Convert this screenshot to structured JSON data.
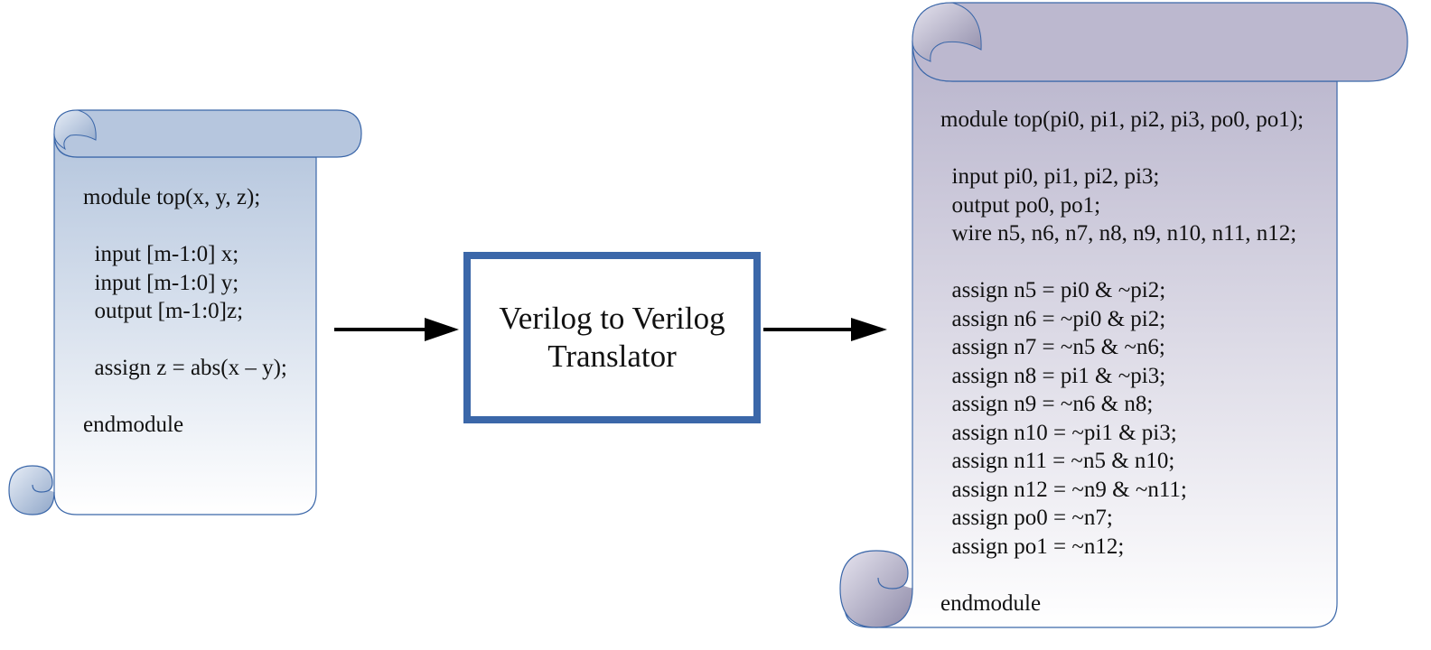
{
  "input_scroll": {
    "lines": [
      "module top(x, y, z);",
      "",
      "  input [m-1:0] x;",
      "  input [m-1:0] y;",
      "  output [m-1:0]z;",
      "",
      "  assign z = abs(x – y);",
      "",
      "endmodule"
    ]
  },
  "translator": {
    "line1": "Verilog to Verilog",
    "line2": "Translator"
  },
  "output_scroll": {
    "lines": [
      "module top(pi0, pi1, pi2, pi3, po0, po1);",
      "",
      "  input pi0, pi1, pi2, pi3;",
      "  output po0, po1;",
      "  wire n5, n6, n7, n8, n9, n10, n11, n12;",
      "",
      "  assign n5 = pi0 & ~pi2;",
      "  assign n6 = ~pi0 & pi2;",
      "  assign n7 = ~n5 & ~n6;",
      "  assign n8 = pi1 & ~pi3;",
      "  assign n9 = ~n6 & n8;",
      "  assign n10 = ~pi1 & pi3;",
      "  assign n11 = ~n5 & n10;",
      "  assign n12 = ~n9 & ~n11;",
      "  assign po0 = ~n7;",
      "  assign po1 = ~n12;",
      "",
      "endmodule"
    ]
  },
  "colors": {
    "box_border": "#3b67a9",
    "scroll_left_fill": "#b7c7dd",
    "scroll_right_fill": "#bab6cc",
    "arrow": "#000000"
  }
}
